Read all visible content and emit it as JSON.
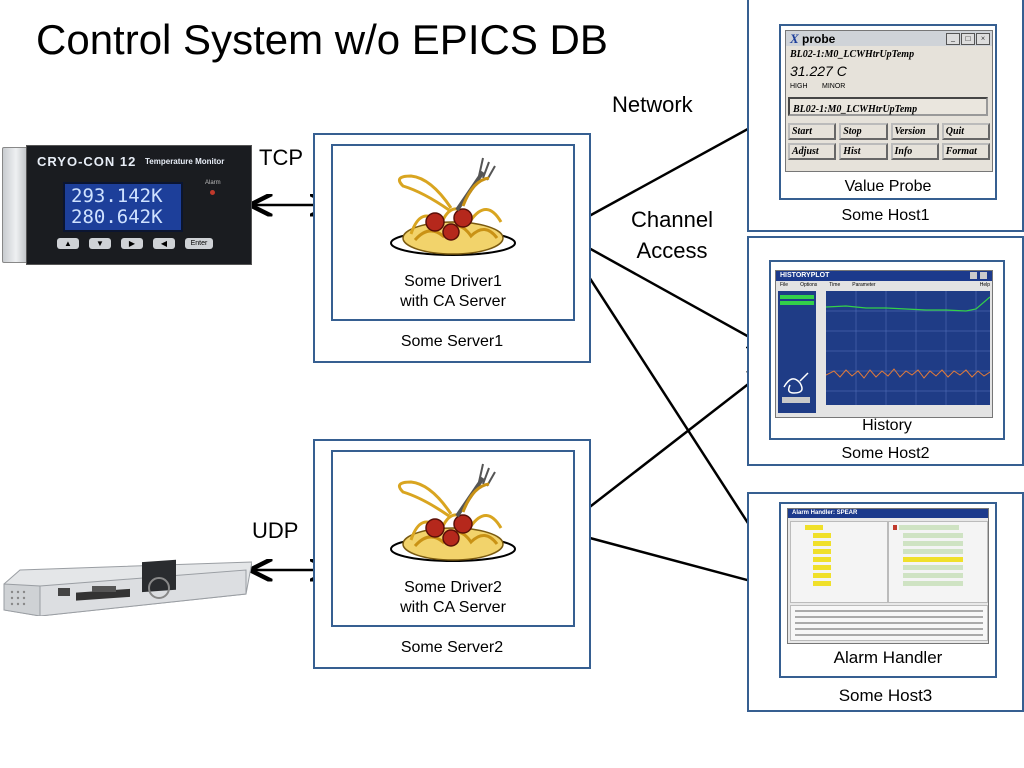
{
  "title": "Control System w/o EPICS DB",
  "labels": {
    "network": "Network",
    "tcp": "TCP",
    "udp": "UDP",
    "channel_access_line1": "Channel",
    "channel_access_line2": "Access"
  },
  "servers": [
    {
      "driver_line1": "Some Driver1",
      "driver_line2": "with CA Server",
      "name": "Some Server1"
    },
    {
      "driver_line1": "Some Driver2",
      "driver_line2": "with CA Server",
      "name": "Some Server2"
    }
  ],
  "hosts": [
    {
      "app": "Value Probe",
      "name": "Some Host1"
    },
    {
      "app": "History",
      "name": "Some Host2"
    },
    {
      "app": "Alarm Handler",
      "name": "Some Host3"
    }
  ],
  "probe": {
    "window_title": "probe",
    "pv_name": "BL02-1:M0_LCWHtrUpTemp",
    "value": "31.227 C",
    "status_high": "HIGH",
    "status_minor": "MINOR",
    "input_pv": "BL02-1:M0_LCWHtrUpTemp",
    "buttons": [
      "Start",
      "Stop",
      "Version",
      "Quit",
      "Adjust",
      "Hist",
      "Info",
      "Format"
    ]
  },
  "history": {
    "window_title": "HISTORYPLOT",
    "menu": [
      "File",
      "Options",
      "Time",
      "Parameter",
      "Help"
    ]
  },
  "alarm": {
    "window_title": "Alarm Handler: SPEAR"
  },
  "cryocon": {
    "brand": "CRYO-CON",
    "model": "12",
    "subtitle": "Temperature Monitor",
    "alarm": "Alarm",
    "reading1": "293.142K",
    "reading2": "280.642K",
    "enter": "Enter"
  },
  "colors": {
    "box_border": "#365f91",
    "lcd_bg": "#1d3f9a",
    "lcd_text": "#cfe2ff",
    "plot_bg": "#1f3c86",
    "plot_green": "#33d04a",
    "plot_orange": "#e07a3a"
  }
}
